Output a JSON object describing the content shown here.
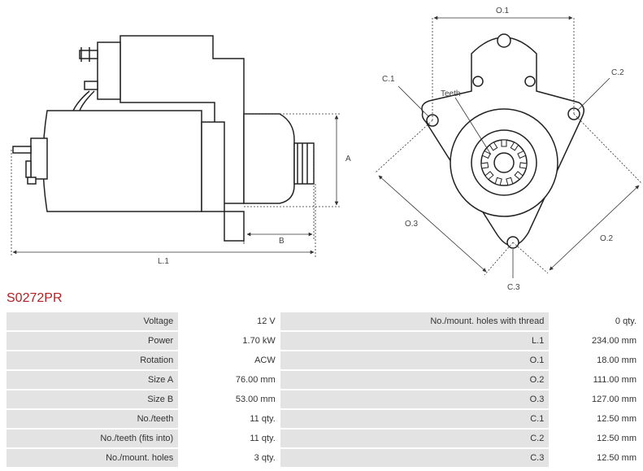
{
  "diagram": {
    "side_labels": {
      "A": "A",
      "B": "B",
      "L1": "L.1"
    },
    "front_labels": {
      "O1": "O.1",
      "O2": "O.2",
      "O3": "O.3",
      "C1": "C.1",
      "C2": "C.2",
      "C3": "C.3",
      "teeth": "Teeth"
    }
  },
  "part_number": "S0272PR",
  "colors": {
    "part_number": "#b22222",
    "label_bg": "#e3e3e3"
  },
  "specs": [
    {
      "label": "Voltage",
      "value": "12 V",
      "label2": "No./mount. holes with thread",
      "value2": "0 qty."
    },
    {
      "label": "Power",
      "value": "1.70 kW",
      "label2": "L.1",
      "value2": "234.00 mm"
    },
    {
      "label": "Rotation",
      "value": "ACW",
      "label2": "O.1",
      "value2": "18.00 mm"
    },
    {
      "label": "Size A",
      "value": "76.00 mm",
      "label2": "O.2",
      "value2": "111.00 mm"
    },
    {
      "label": "Size B",
      "value": "53.00 mm",
      "label2": "O.3",
      "value2": "127.00 mm"
    },
    {
      "label": "No./teeth",
      "value": "11 qty.",
      "label2": "C.1",
      "value2": "12.50 mm"
    },
    {
      "label": "No./teeth (fits into)",
      "value": "11 qty.",
      "label2": "C.2",
      "value2": "12.50 mm"
    },
    {
      "label": "No./mount. holes",
      "value": "3 qty.",
      "label2": "C.3",
      "value2": "12.50 mm"
    }
  ]
}
